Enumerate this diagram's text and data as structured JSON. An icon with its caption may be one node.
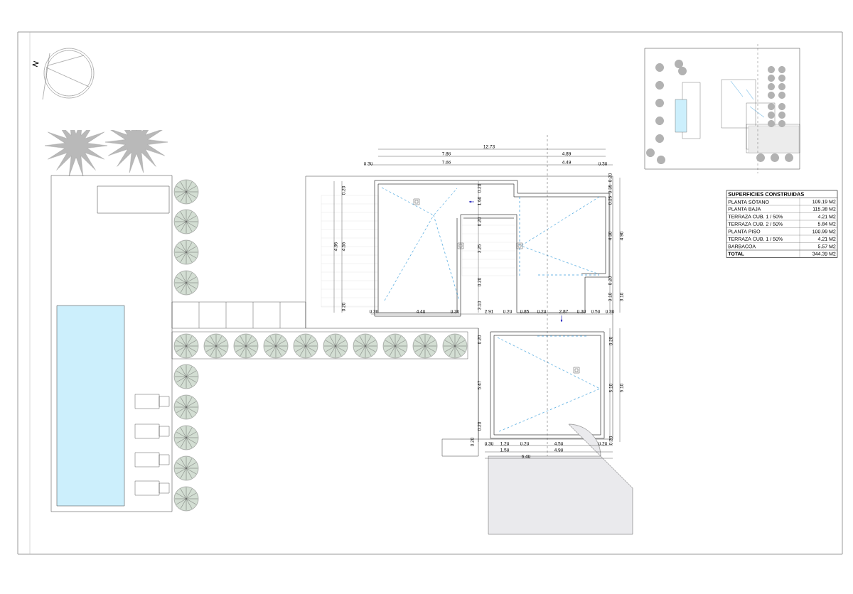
{
  "diagram": {
    "labels": [
      "N",
      "12.73",
      "7.86",
      "4.89",
      "0.30",
      "7.66",
      "4.49",
      "0.30",
      "SUPERFICIES CONSTRUIDAS",
      "PLANTA SÓTANO",
      "109.19 M2",
      "PLANTA BAJA",
      "115.38 M2",
      "TERRAZA CUB. 1 / 50%",
      "4.21 M2",
      "TERRAZA CUB. 2 / 50%",
      "5.84 M2",
      "PLANTA PISO",
      "100.99 M2",
      "TERRAZA CUB. 1 / 50%",
      "4.21 M2",
      "BARBACOA",
      "5.57 M2",
      "TOTAL",
      "344.39 M2",
      "0.30",
      "4.40",
      "0.30",
      "2.91",
      "0.20",
      "0.85",
      "0.20",
      "2.87",
      "0.30",
      "0.50",
      "0.30",
      "4.95",
      "4.55",
      "0.20",
      "0.20",
      "0.20",
      "1.60",
      "0.20",
      "3.25",
      "0.20",
      "3.10",
      "0.20",
      "0.35",
      "0.25",
      "4.30",
      "0.20",
      "3.10",
      "4.90",
      "3.10",
      "0.20",
      "5.10",
      "6.10",
      "0.20",
      "0.20",
      "5.47",
      "0.20",
      "0.20",
      "0.30",
      "1.20",
      "0.20",
      "4.50",
      "0.20",
      "1.50",
      "4.90",
      "6.40"
    ]
  }
}
